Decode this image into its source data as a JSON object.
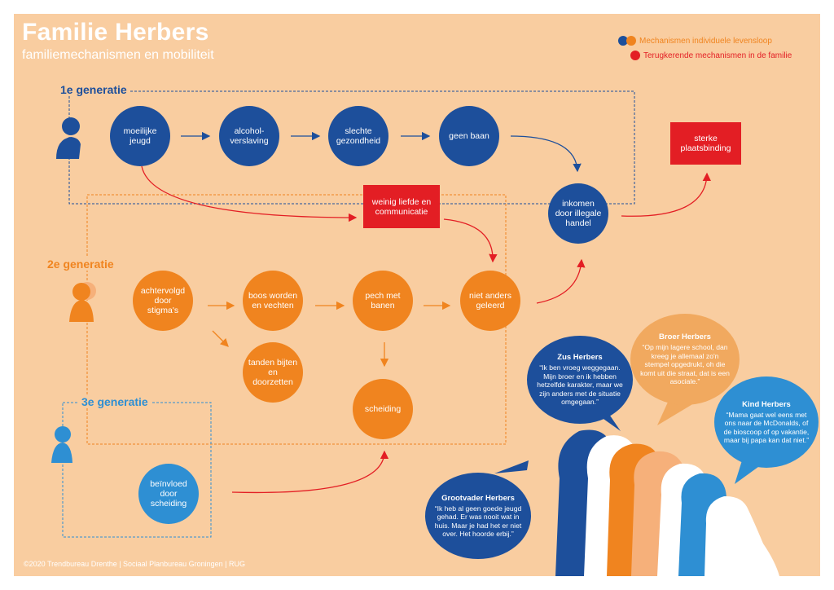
{
  "header": {
    "title": "Familie Herbers",
    "subtitle": "familiemechanismen en mobiliteit"
  },
  "legend": {
    "individual": "Mechanismen individuele levensloop",
    "recurring": "Terugkerende mechanismen in de familie"
  },
  "generations": {
    "first": "1e generatie",
    "second": "2e generatie",
    "third": "3e generatie"
  },
  "nodes": {
    "moeilijke_jeugd": "moeilijke jeugd",
    "alcoholverslaving": "alcohol-verslaving",
    "slechte_gezondheid": "slechte gezondheid",
    "geen_baan": "geen baan",
    "inkomen": "inkomen door illegale handel",
    "achtervolgd": "achtervolgd door stigma's",
    "boos": "boos worden en vechten",
    "pech": "pech met banen",
    "niet_anders": "niet anders geleerd",
    "tanden": "tanden bijten en doorzetten",
    "scheiding": "scheiding",
    "beinvloed": "beïnvloed door scheiding",
    "weinig_liefde": "weinig liefde en communicatie",
    "sterke_plaatsbinding": "sterke plaatsbinding"
  },
  "quotes": {
    "zus": {
      "name": "Zus Herbers",
      "text": "“Ik ben vroeg weggegaan. Mijn broer en ik hebben hetzelfde karakter, maar we zijn anders met de situatie omgegaan.”"
    },
    "broer": {
      "name": "Broer Herbers",
      "text": "“Op mijn lagere school, dan kreeg je allemaal zo'n stempel opgedrukt, oh die komt uit die straat, dat is een asociale.”"
    },
    "kind": {
      "name": "Kind Herbers",
      "text": "“Mama gaat wel eens met ons naar de McDonalds, of de bioscoop of op vakantie, maar bij papa kan dat niet.”"
    },
    "grootvader": {
      "name": "Grootvader Herbers",
      "text": "“Ik heb al geen goede jeugd gehad. Er was nooit wat in huis. Maar je had het er niet over. Het hoorde erbij.”"
    }
  },
  "footer": "©2020 Trendbureau Drenthe | Sociaal Planbureau Groningen | RUG",
  "colors": {
    "background": "#f9cda0",
    "gen1_blue": "#1d4f9b",
    "gen2_orange": "#f0841f",
    "gen3_lightblue": "#2e8fd3",
    "recurring_red": "#e31e24",
    "broer_bubble": "#f1a95f"
  }
}
